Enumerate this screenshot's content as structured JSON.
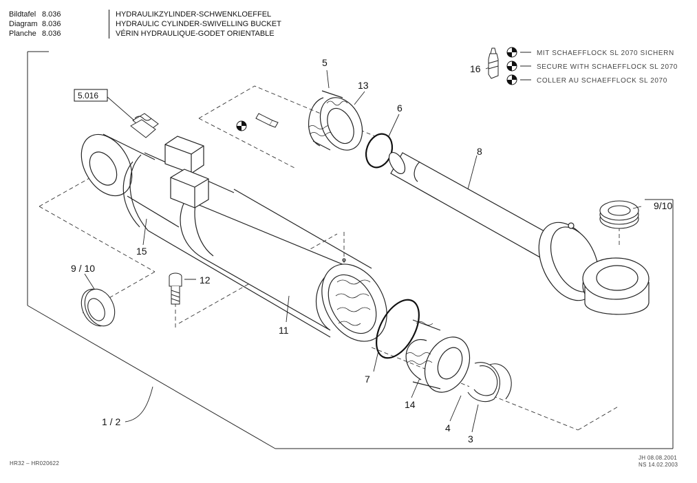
{
  "header": {
    "rows": [
      {
        "key": "Bildtafel",
        "num": "8.036",
        "title": "HYDRAULIKZYLINDER-SCHWENKLOEFFEL"
      },
      {
        "key": "Diagram",
        "num": "8.036",
        "title": "HYDRAULIC CYLINDER-SWIVELLING BUCKET"
      },
      {
        "key": "Planche",
        "num": "8.036",
        "title": "VÉRIN HYDRAULIQUE-GODET ORIENTABLE"
      }
    ]
  },
  "notes": [
    "MIT SCHAEFFLOCK SL 2070 SICHERN",
    "SECURE WITH SCHAEFFLOCK SL 2070",
    "COLLER AU SCHAEFFLOCK SL 2070"
  ],
  "ref_box": "5.016",
  "callouts": {
    "c1": "5",
    "c2": "13",
    "c3": "6",
    "c4": "8",
    "c5": "16",
    "c6": "9/10",
    "c7": "9 / 10",
    "c8": "12",
    "c9": "15",
    "c10": "11",
    "c11": "7",
    "c12": "14",
    "c13": "4",
    "c14": "3",
    "c15": "1 / 2"
  },
  "footer": {
    "left": "HR32  –  HR020622",
    "right1": "JH  08.08.2001",
    "right2": "NS  14.02.2003"
  }
}
